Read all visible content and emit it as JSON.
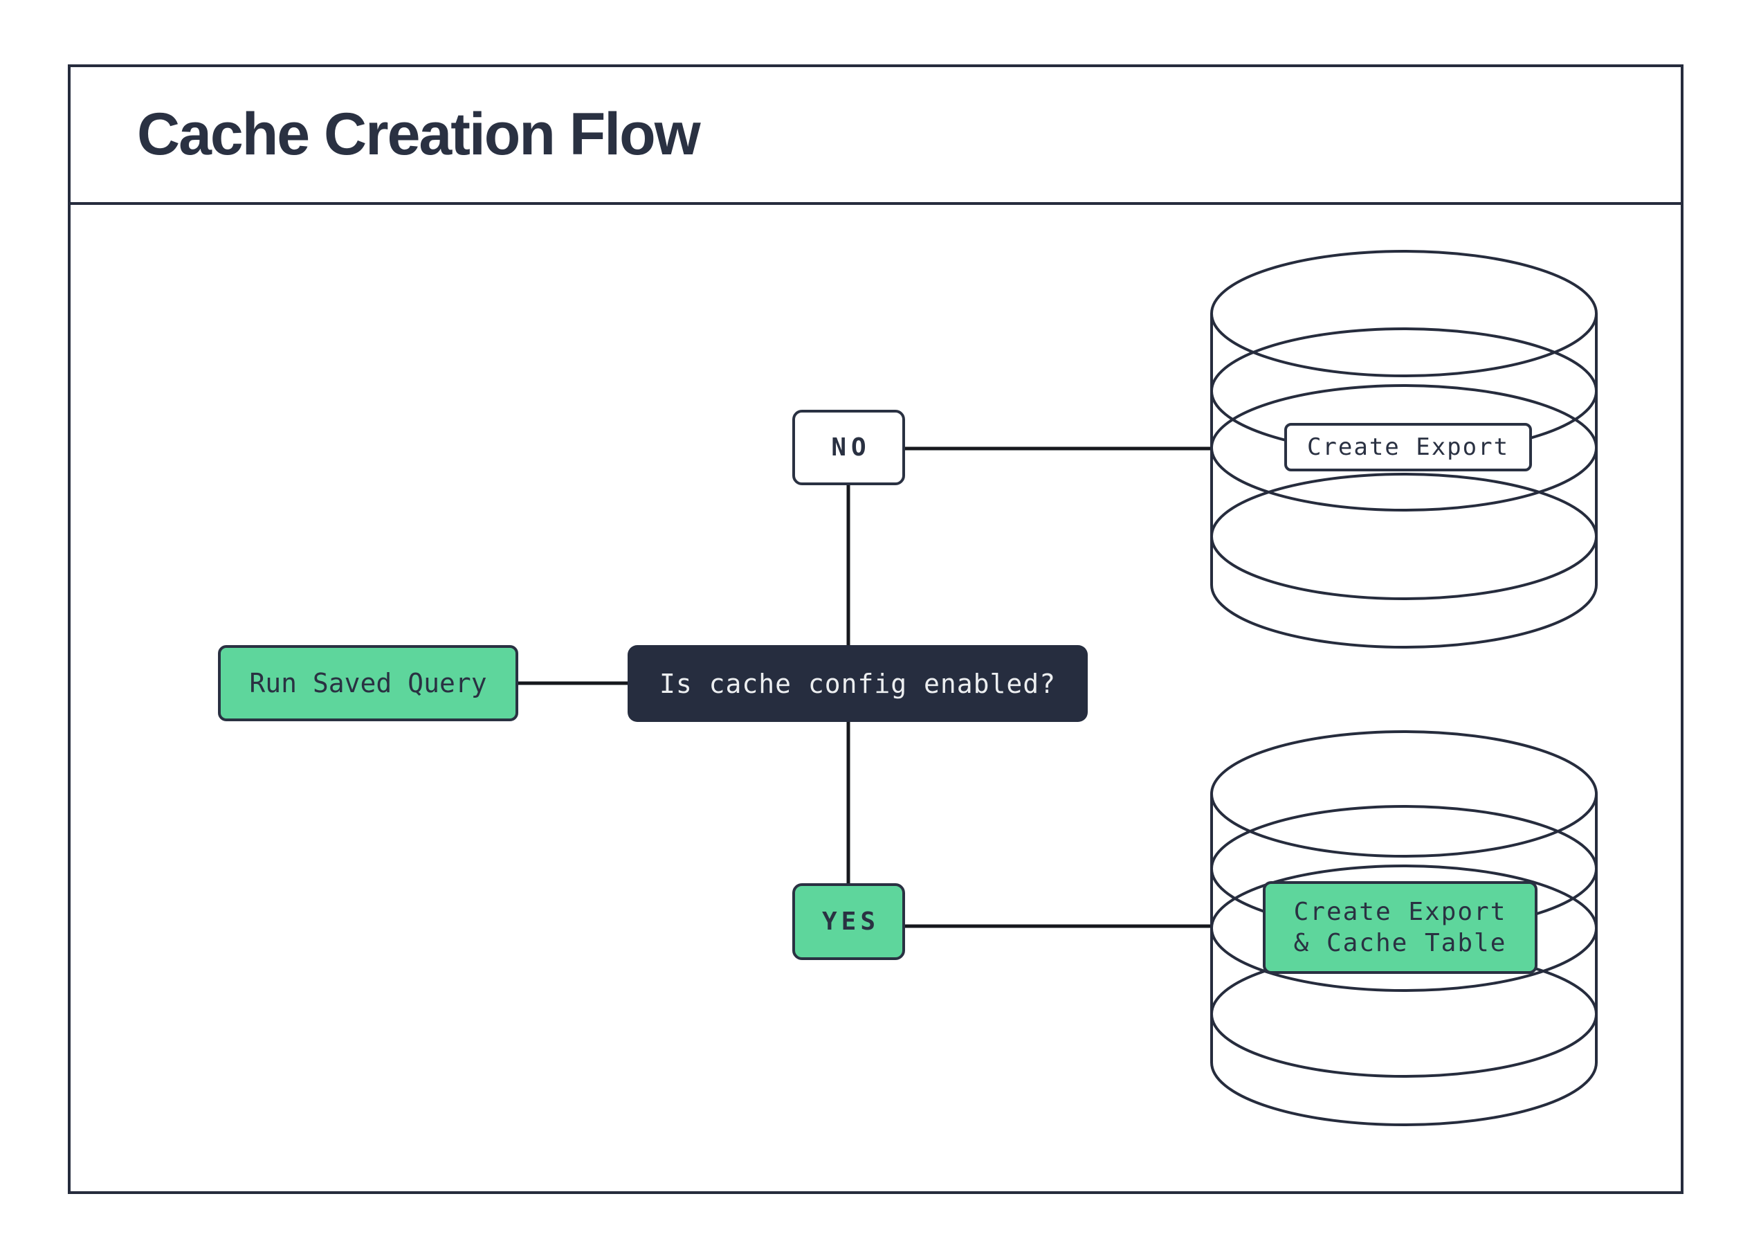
{
  "title": "Cache Creation Flow",
  "flow": {
    "start": {
      "label": "Run Saved Query"
    },
    "decision": {
      "label": "Is cache config enabled?"
    },
    "branch_no": {
      "label": "NO"
    },
    "branch_yes": {
      "label": "YES"
    },
    "no_outcome": {
      "label": "Create Export",
      "icon": "database-cylinder"
    },
    "yes_outcome": {
      "line1": "Create Export",
      "line2": "& Cache Table",
      "icon": "database-cylinder"
    }
  },
  "colors": {
    "background": "#ffffff",
    "ink_navy": "#2a3142",
    "stroke_navy": "#262c3d",
    "decision_fill": "#262d3f",
    "accent_green": "#5ed69c",
    "connector_black": "#16181d",
    "light_text": "#eceef0"
  }
}
